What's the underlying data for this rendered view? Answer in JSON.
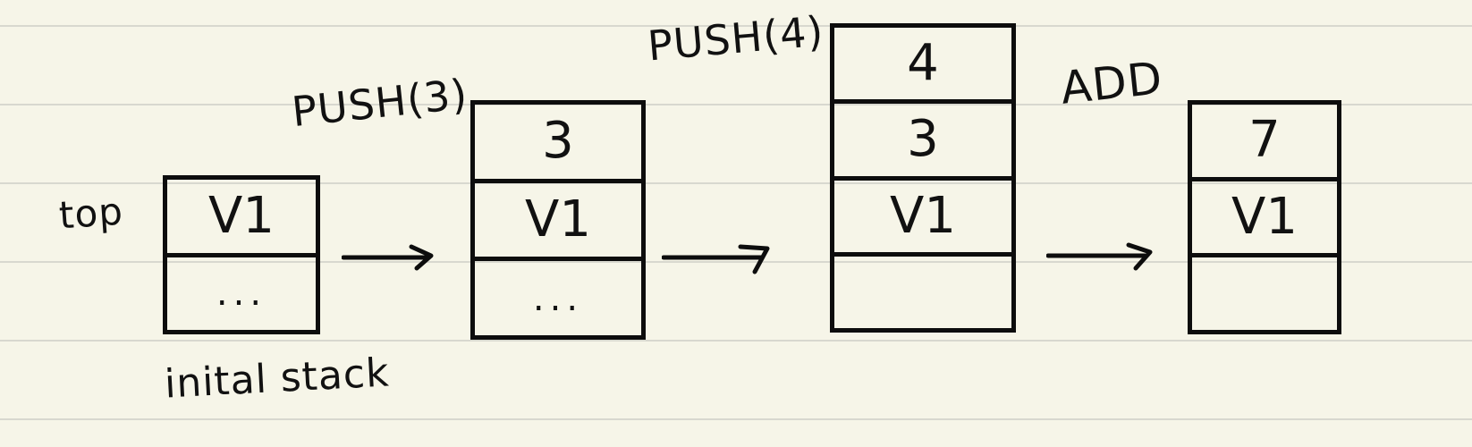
{
  "labels": {
    "top": "top",
    "initial": "inital stack",
    "push3": "PUSH(3)",
    "push4": "PUSH(4)",
    "add": "ADD"
  },
  "stacks": [
    {
      "cells": [
        "V1",
        "..."
      ]
    },
    {
      "cells": [
        "3",
        "V1",
        "..."
      ]
    },
    {
      "cells": [
        "4",
        "3",
        "V1",
        ""
      ]
    },
    {
      "cells": [
        "7",
        "V1",
        ""
      ]
    }
  ],
  "colors": {
    "paper": "#f6f5e8",
    "rule": "#d8d8cf",
    "ink": "#0d0d0d"
  }
}
